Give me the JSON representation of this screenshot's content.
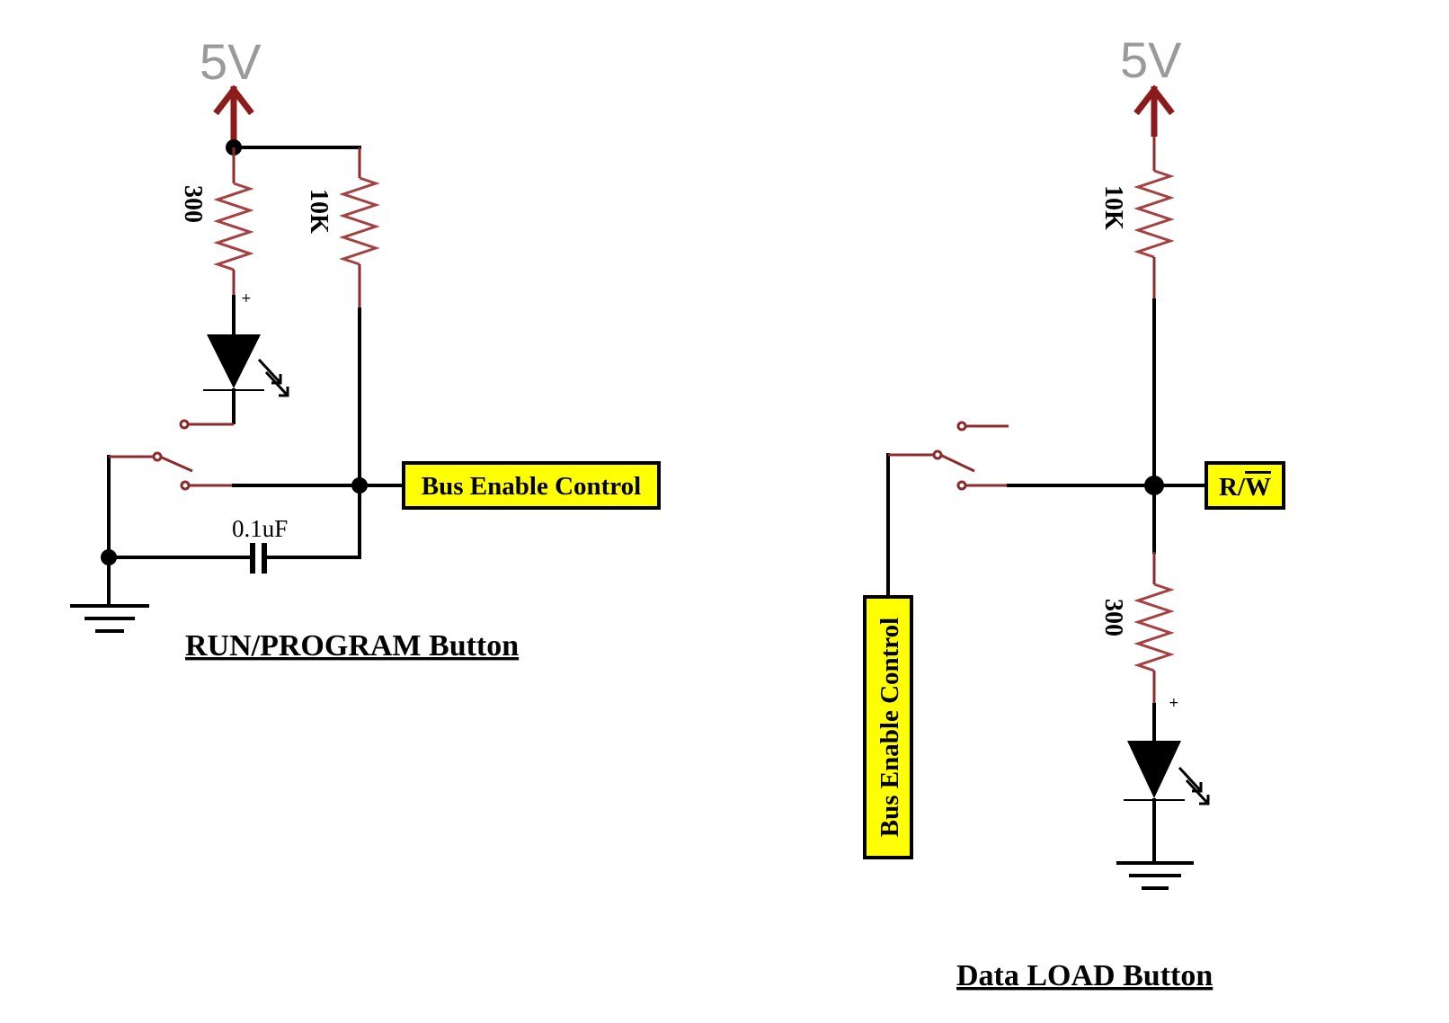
{
  "left_circuit": {
    "supply_label": "5V",
    "resistor_led_label": "300",
    "resistor_pullup_label": "10K",
    "capacitor_label": "0.1uF",
    "output_label": "Bus Enable Control",
    "title": "RUN/PROGRAM Button"
  },
  "right_circuit": {
    "supply_label": "5V",
    "resistor_pullup_label": "10K",
    "resistor_led_label": "300",
    "output_label_prefix": "R/",
    "output_label_overbar": "W",
    "input_label": "Bus Enable Control",
    "title": "Data LOAD Button"
  },
  "led_polarity_mark": "+",
  "colors": {
    "wire": "#000000",
    "component_lead": "#8c2b2b",
    "resistor": "#a54141",
    "supply_arrow": "#8c1c1c",
    "supply_text": "#9a9a9a",
    "label_fill": "#ffff00"
  }
}
